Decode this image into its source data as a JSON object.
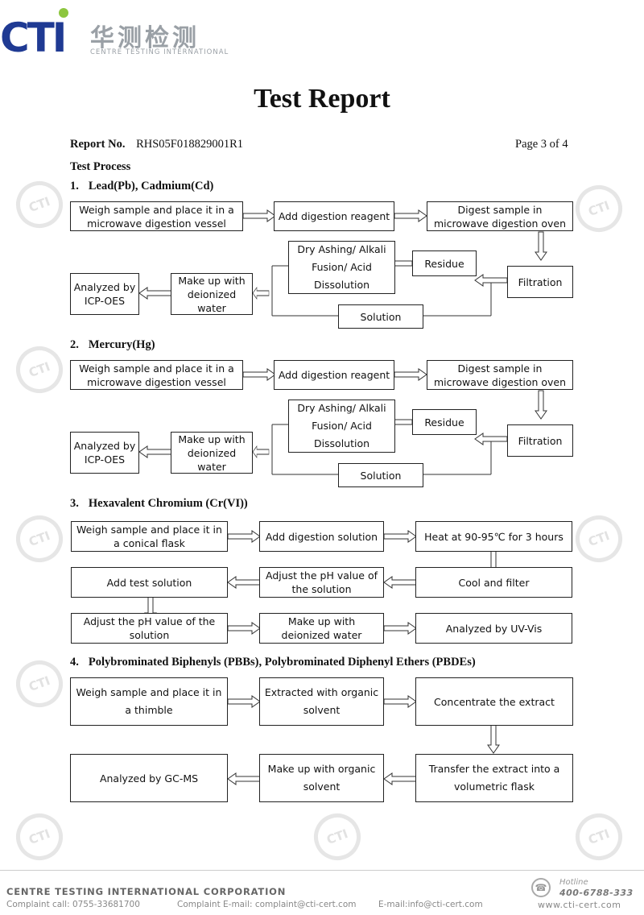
{
  "header": {
    "logo_text": "CTI",
    "logo_cn": "华测检测",
    "logo_en": "CENTRE TESTING INTERNATIONAL"
  },
  "title": "Test Report",
  "report_no_label": "Report No.",
  "report_no": "RHS05F018829001R1",
  "page_info": "Page 3 of 4",
  "test_process": "Test Process",
  "sections": [
    {
      "num": "1.",
      "title": "Lead(Pb), Cadmium(Cd)",
      "boxes": {
        "weigh": "Weigh sample and place it in a microwave digestion vessel",
        "reagent": "Add digestion reagent",
        "digest": "Digest sample in microwave digestion oven",
        "filtration": "Filtration",
        "residue": "Residue",
        "ashing": "Dry Ashing/ Alkali Fusion/ Acid Dissolution",
        "solution": "Solution",
        "makeup": "Make up with deionized water",
        "analyzed": "Analyzed by ICP-OES"
      }
    },
    {
      "num": "2.",
      "title": "Mercury(Hg)",
      "boxes": {
        "weigh": "Weigh sample and place it in a microwave digestion vessel",
        "reagent": "Add digestion reagent",
        "digest": "Digest sample in microwave digestion oven",
        "filtration": "Filtration",
        "residue": "Residue",
        "ashing": "Dry Ashing/ Alkali Fusion/ Acid Dissolution",
        "solution": "Solution",
        "makeup": "Make up with deionized water",
        "analyzed": "Analyzed by ICP-OES"
      }
    },
    {
      "num": "3.",
      "title": "Hexavalent Chromium (Cr(VI))",
      "boxes": {
        "weigh": "Weigh sample and place it in a conical flask",
        "add_solution": "Add digestion solution",
        "heat": "Heat at 90-95℃ for 3 hours",
        "cool": "Cool and filter",
        "adjust1": "Adjust the pH value of the solution",
        "add_test": "Add test solution",
        "adjust2": "Adjust the pH value of the solution",
        "makeup": "Make up with deionized water",
        "analyzed": "Analyzed by UV-Vis"
      }
    },
    {
      "num": "4.",
      "title": "Polybrominated Biphenyls (PBBs), Polybrominated Diphenyl Ethers (PBDEs)",
      "boxes": {
        "weigh": "Weigh sample and place it in a thimble",
        "extracted": "Extracted with organic solvent",
        "concentrate": "Concentrate the extract",
        "transfer": "Transfer the extract into a volumetric flask",
        "makeup": "Make up with organic solvent",
        "analyzed": "Analyzed by GC-MS"
      }
    }
  ],
  "footer": {
    "company": "CENTRE TESTING INTERNATIONAL CORPORATION",
    "complaint_call": "Complaint call: 0755-33681700",
    "complaint_email": "Complaint E-mail: complaint@cti-cert.com",
    "email": "E-mail:info@cti-cert.com",
    "hotline_label": "Hotline",
    "hotline": "400-6788-333",
    "website": "www.cti-cert.com"
  },
  "colors": {
    "logo_blue": "#1f3a93",
    "logo_green": "#8dc63f",
    "watermark": "#e4e4e4"
  }
}
